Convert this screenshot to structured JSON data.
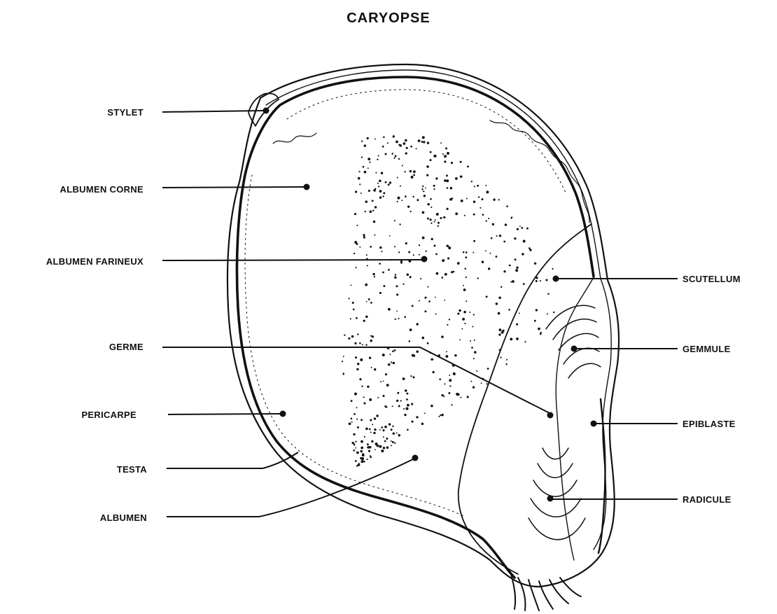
{
  "title": "CARYOPSE",
  "labels": {
    "stylet": "STYLET",
    "albumen_corne": "ALBUMEN CORNE",
    "albumen_farineux": "ALBUMEN FARINEUX",
    "germe": "GERME",
    "pericarpe": "PERICARPE",
    "testa": "TESTA",
    "albumen": "ALBUMEN",
    "scutellum": "SCUTELLUM",
    "gemmule": "GEMMULE",
    "epiblaste": "EPIBLASTE",
    "radicule": "RADICULE"
  },
  "colors": {
    "ink": "#111111",
    "background": "#ffffff"
  }
}
